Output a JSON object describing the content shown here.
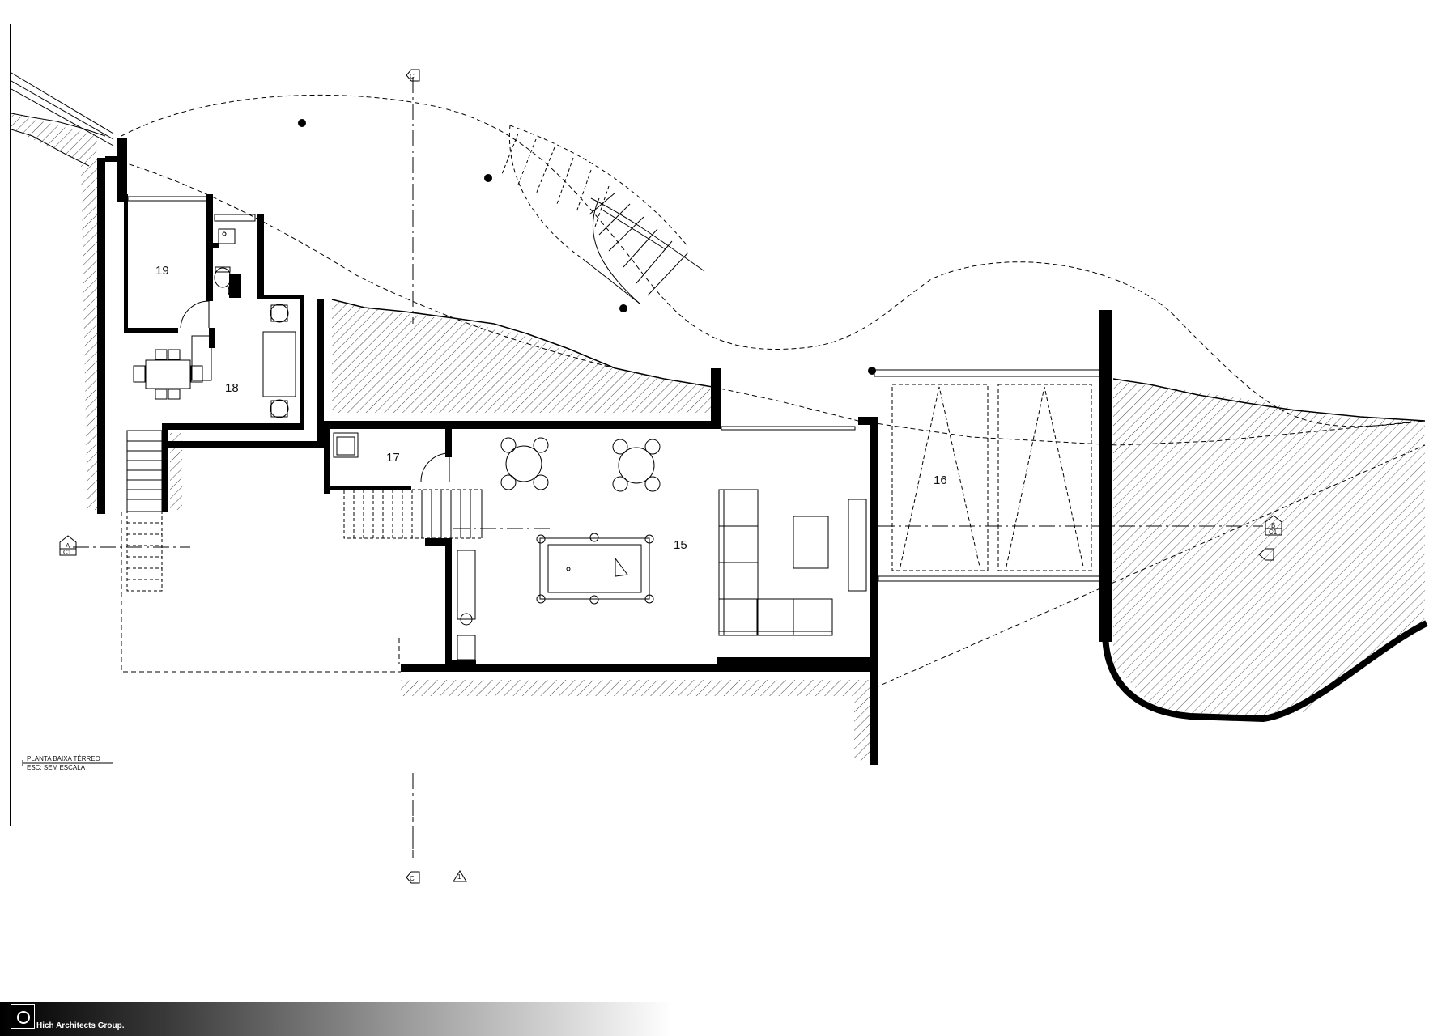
{
  "rooms": {
    "r15": "15",
    "r16": "16",
    "r17": "17",
    "r18": "18",
    "r19": "19"
  },
  "drawing_title": {
    "name": "PLANTA BAIXA TÉRREO",
    "scale": "ESC: SEM ESCALA"
  },
  "section_markers": {
    "a_left": "A",
    "a_left_sub": "C1",
    "b_right": "B",
    "b_right_sub": "C1",
    "c_top": "C",
    "c_bottom": "C",
    "d_bottom": "1"
  },
  "footer": {
    "company": "Hich Architects Group."
  },
  "colors": {
    "ink": "#000000",
    "paper": "#ffffff"
  }
}
